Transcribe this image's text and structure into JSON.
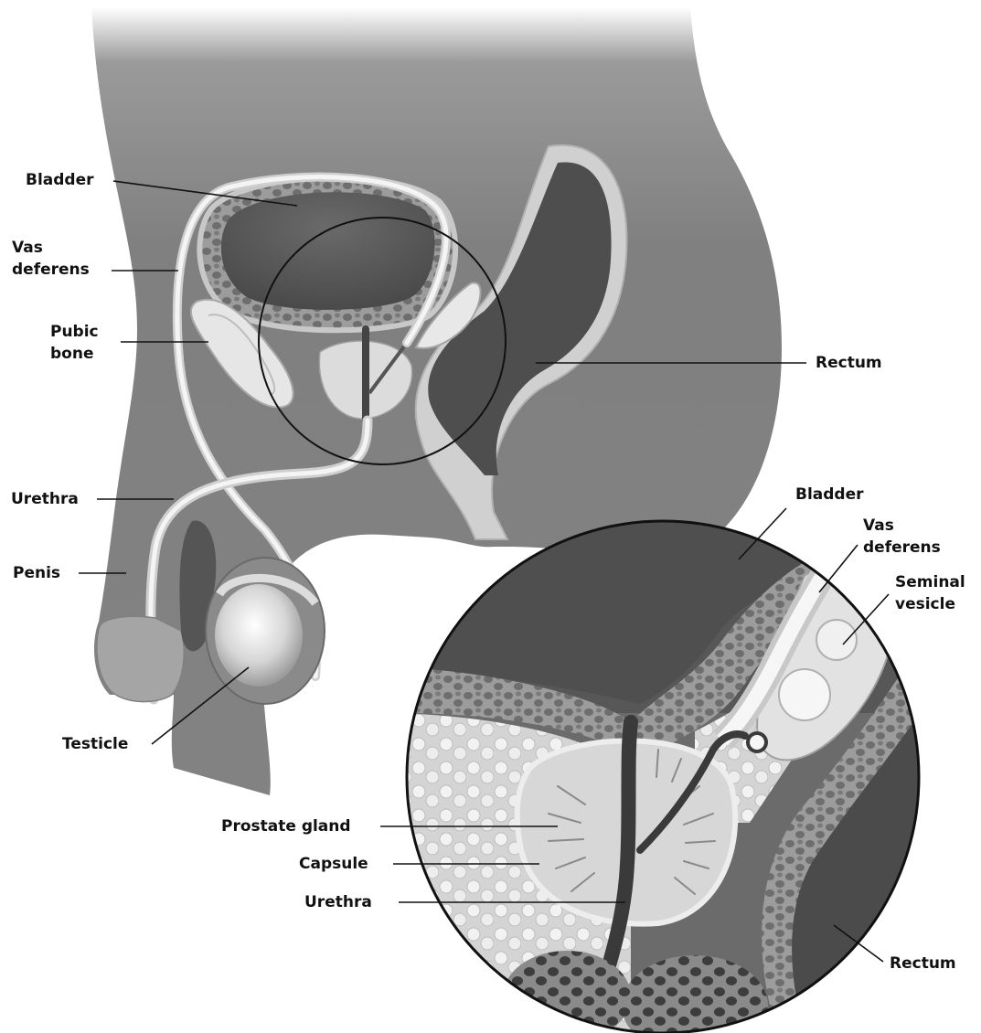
{
  "labels": {
    "bladder": "Bladder",
    "vas_deferens_1": "Vas",
    "vas_deferens_2": "deferens",
    "pubic_bone_1": "Pubic",
    "pubic_bone_2": "bone",
    "rectum": "Rectum",
    "urethra": "Urethra",
    "penis": "Penis",
    "testicle": "Testicle",
    "inset_bladder": "Bladder",
    "inset_vas_deferens_1": "Vas",
    "inset_vas_deferens_2": "deferens",
    "inset_seminal_vesicle_1": "Seminal",
    "inset_seminal_vesicle_2": "vesicle",
    "inset_prostate_gland": "Prostate gland",
    "inset_capsule": "Capsule",
    "inset_urethra": "Urethra",
    "inset_rectum": "Rectum"
  },
  "colors": {
    "body_fill": "#7d7d7d",
    "organ_dark": "#555555",
    "tissue_light": "#d8d8d8",
    "label_text": "#111111",
    "leader_line": "#111111"
  }
}
